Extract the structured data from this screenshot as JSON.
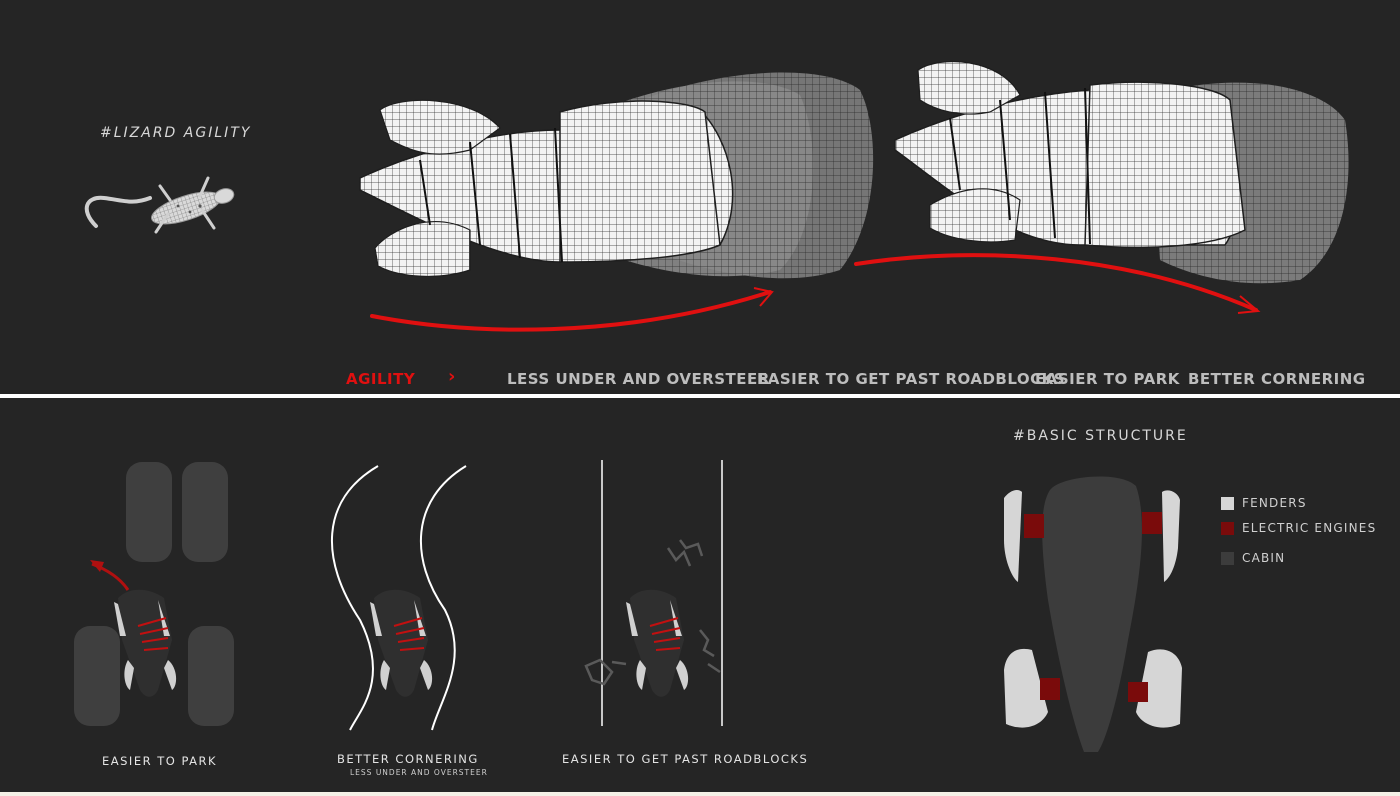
{
  "top": {
    "inspiration_title": "#LIZARD AGILITY",
    "tags": [
      {
        "label": "AGILITY",
        "active": true
      },
      {
        "label": "LESS UNDER AND OVERSTEER",
        "active": false
      },
      {
        "label": "EASIER TO GET PAST ROADBLOCKS",
        "active": false
      },
      {
        "label": "EASIER TO PARK",
        "active": false
      },
      {
        "label": "BETTER CORNERING",
        "active": false
      }
    ],
    "arrow_icon": "chevron-right-icon"
  },
  "scenarios": [
    {
      "caption": "EASIER TO PARK"
    },
    {
      "caption": "BETTER CORNERING",
      "subcaption": "LESS UNDER AND OVERSTEER"
    },
    {
      "caption": "EASIER TO GET PAST ROADBLOCKS"
    }
  ],
  "structure": {
    "title": "#BASIC STRUCTURE",
    "legend": [
      {
        "label": "FENDERS",
        "color": "#d6d6d6"
      },
      {
        "label": "ELECTRIC ENGINES",
        "color": "#7a0b0b"
      },
      {
        "label": "CABIN",
        "color": "#3c3c3c"
      }
    ]
  },
  "colors": {
    "panel": "#252525",
    "accent": "#e01010",
    "mesh": "#f2f2f2"
  }
}
